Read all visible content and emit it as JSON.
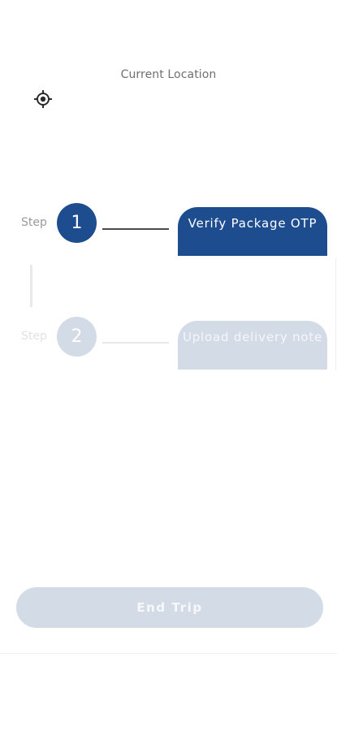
{
  "header": {
    "current_location_label": "Current Location",
    "locate_icon": "target-crosshair-icon"
  },
  "steps": [
    {
      "label": "Step",
      "number": "1",
      "action_label": "Verify Package OTP",
      "state": "active"
    },
    {
      "label": "Step",
      "number": "2",
      "action_label": "Upload delivery note",
      "state": "disabled"
    }
  ],
  "footer": {
    "end_trip_label": "End Trip"
  },
  "colors": {
    "primary": "#1e4d8f",
    "disabled": "#d3dbe7"
  }
}
